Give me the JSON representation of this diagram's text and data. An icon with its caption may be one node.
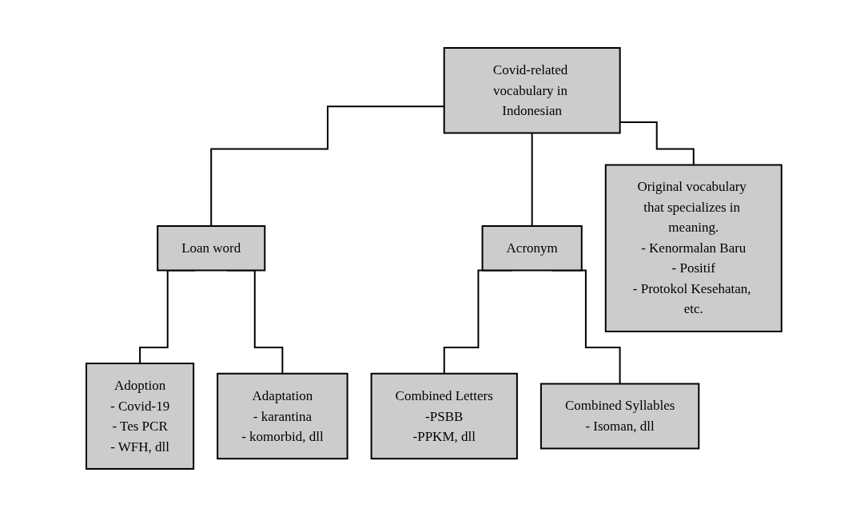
{
  "diagram": {
    "nodes": [
      {
        "text": [
          "Covid-related vocabulary in Indonesian"
        ]
      },
      {
        "text": [
          "Loan word"
        ]
      },
      {
        "text": [
          "Acronym"
        ]
      },
      {
        "text": [
          "Original vocabulary that specializes in meaning.",
          "- Kenormalan Baru",
          "- Positif",
          "- Protokol Kesehatan, etc."
        ]
      },
      {
        "text": [
          "Adoption",
          "- Covid-19",
          "- Tes PCR",
          "- WFH, dll"
        ]
      },
      {
        "text": [
          "Adaptation",
          "- karantina",
          "- komorbid, dll"
        ]
      },
      {
        "text": [
          "Combined Letters",
          "-PSBB",
          "-PPKM, dll"
        ]
      },
      {
        "text": [
          "Combined Syllables",
          "- Isoman, dll"
        ]
      }
    ],
    "edges": [
      {
        "from": 0,
        "to": 1,
        "arrow": "none"
      },
      {
        "from": 0,
        "to": 2,
        "arrow": "none"
      },
      {
        "from": 0,
        "to": 3,
        "arrow": "none"
      },
      {
        "from": 1,
        "to": 4,
        "arrow": "none"
      },
      {
        "from": 1,
        "to": 5,
        "arrow": "none"
      },
      {
        "from": 2,
        "to": 6,
        "arrow": "none"
      },
      {
        "from": 2,
        "to": 7,
        "arrow": "none"
      }
    ]
  }
}
